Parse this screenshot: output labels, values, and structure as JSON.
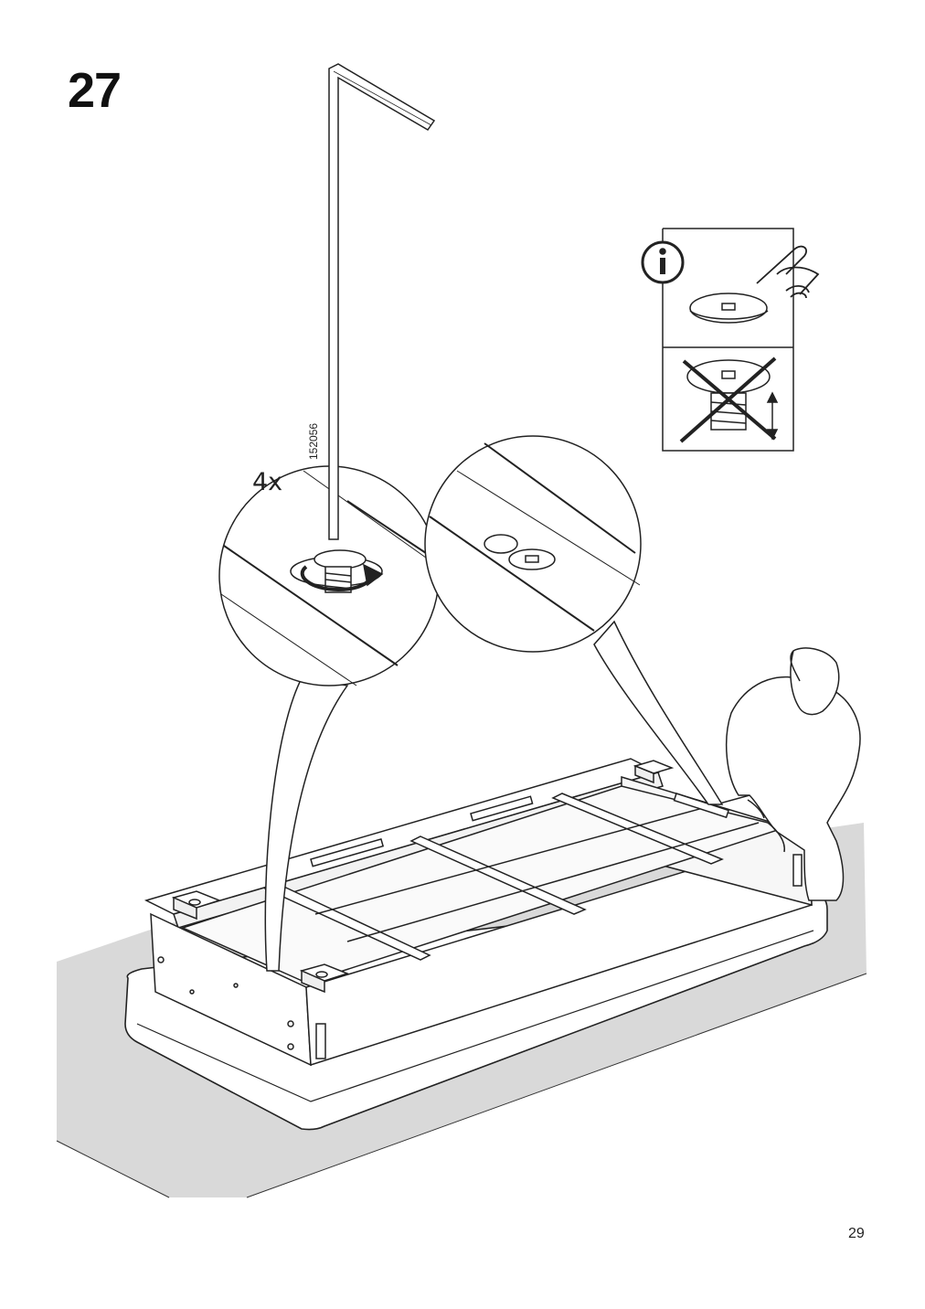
{
  "step": {
    "number": "27"
  },
  "callout": {
    "quantity": "4x",
    "part_number": "152056"
  },
  "info_panel": {
    "icon": "info-icon",
    "hand_icon": "hand-touch-icon",
    "wrong_mark": "cross-icon"
  },
  "footer": {
    "page_number": "29"
  }
}
